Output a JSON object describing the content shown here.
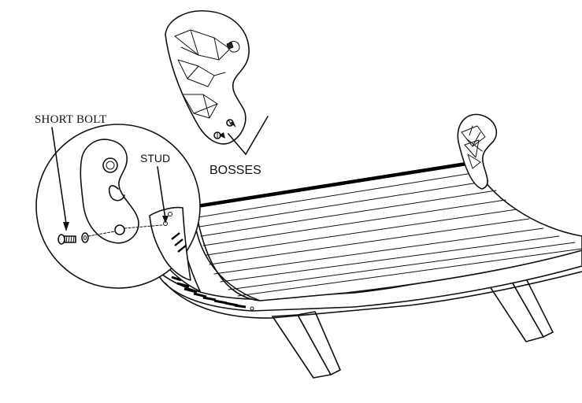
{
  "labels": {
    "short_bolt": "SHORT BOLT",
    "stud": "STUD",
    "bosses": "BOSSES"
  }
}
